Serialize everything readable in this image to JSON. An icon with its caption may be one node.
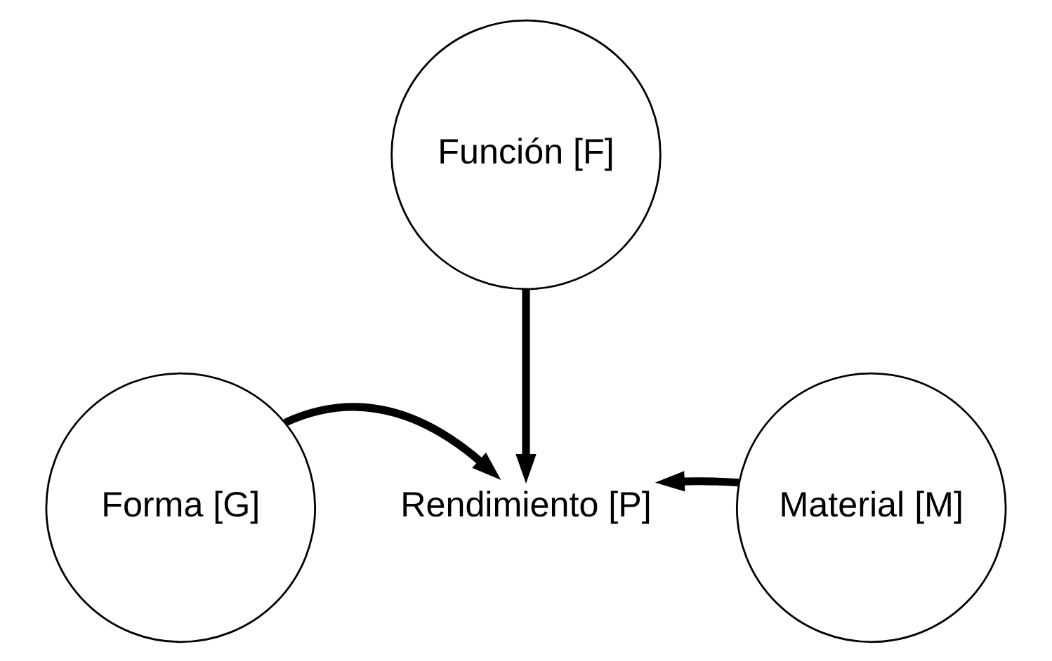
{
  "diagram": {
    "nodes": [
      {
        "text": [
          "Función [F]"
        ]
      },
      {
        "text": [
          "Forma [G]"
        ]
      },
      {
        "text": [
          "Rendimiento [P]"
        ]
      },
      {
        "text": [
          "Material [M]"
        ]
      }
    ],
    "edges": [
      {
        "from": 0,
        "to": 2,
        "arrow": "to"
      },
      {
        "from": 1,
        "to": 2,
        "arrow": "to"
      },
      {
        "from": 3,
        "to": 2,
        "arrow": "to"
      }
    ]
  }
}
